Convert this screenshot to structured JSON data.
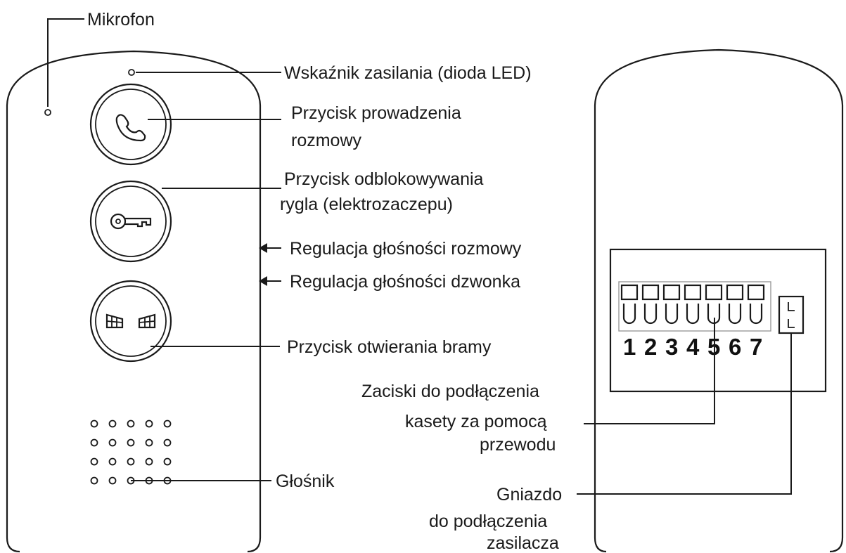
{
  "labels": {
    "microphone": "Mikrofon",
    "power_led": "Wskaźnik zasilania (dioda LED)",
    "call_button_line1": "Przycisk prowadzenia",
    "call_button_line2": "rozmowy",
    "unlock_button_line1": "Przycisk odblokowywania",
    "unlock_button_line2": "rygla (elektrozaczepu)",
    "call_volume": "Regulacja głośności rozmowy",
    "ring_volume": "Regulacja głośności dzwonka",
    "gate_button": "Przycisk otwierania bramy",
    "speaker": "Głośnik",
    "terminals_line1": "Zaciski do podłączenia",
    "terminals_line2": "kasety za pomocą",
    "terminals_line3": "przewodu",
    "power_socket_line1": "Gniazdo",
    "power_socket_line2": "do podłączenia",
    "power_socket_line3": "zasilacza"
  },
  "terminal_numbers": [
    "1",
    "2",
    "3",
    "4",
    "5",
    "6",
    "7"
  ],
  "icons": {
    "call_button": "handset-icon",
    "unlock_button": "key-icon",
    "gate_button": "gate-icon",
    "arrows": "arrow-left-icon"
  }
}
